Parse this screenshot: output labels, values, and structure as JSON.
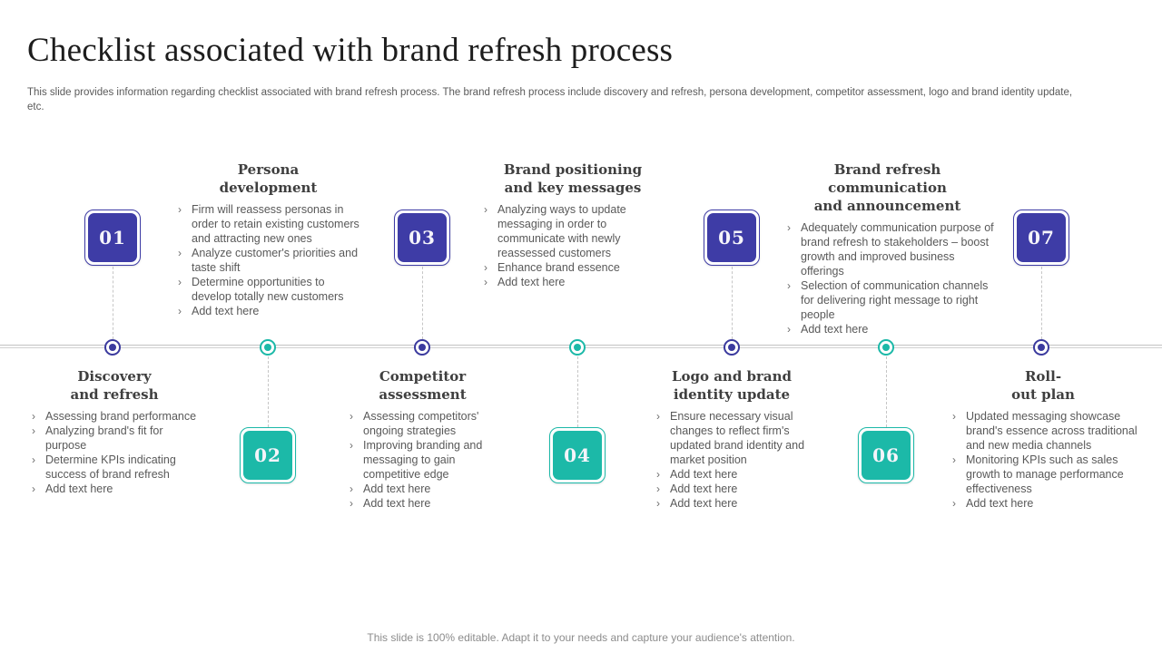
{
  "slide": {
    "title": "Checklist associated with brand refresh process",
    "subtitle": "This slide provides information regarding checklist associated with brand refresh process. The brand refresh process include discovery and refresh, persona development, competitor assessment, logo and brand identity update, etc.",
    "footer": "This slide is 100% editable. Adapt it to your needs and capture your audience's attention."
  },
  "bullet_char": "›",
  "colors": {
    "indigo": "#3e3ca6",
    "teal": "#1cb9a8",
    "heading_text": "#3f3f3f",
    "body_text": "#595959",
    "timeline_gray": "#c3c3c3"
  },
  "steps": [
    {
      "num": "01",
      "theme": "indigo",
      "box_side": "above",
      "title": "Discovery\nand refresh",
      "bullets": [
        "Assessing brand performance",
        "Analyzing brand's fit for purpose",
        "Determine KPIs indicating success of brand refresh",
        "Add text here"
      ]
    },
    {
      "num": "02",
      "theme": "teal",
      "box_side": "below",
      "title": "Persona\ndevelopment",
      "bullets": [
        "Firm will reassess personas in order to retain existing customers and attracting new ones",
        "Analyze customer's priorities and taste shift",
        "Determine opportunities to develop totally new customers",
        "Add text here"
      ]
    },
    {
      "num": "03",
      "theme": "indigo",
      "box_side": "above",
      "title": "Competitor\nassessment",
      "bullets": [
        "Assessing competitors' ongoing strategies",
        "Improving branding and messaging to gain competitive edge",
        "Add text here",
        "Add text here"
      ]
    },
    {
      "num": "04",
      "theme": "teal",
      "box_side": "below",
      "title": "Brand positioning\nand key messages",
      "bullets": [
        "Analyzing ways to update messaging in order to communicate with newly reassessed customers",
        "Enhance brand essence",
        "Add text here"
      ]
    },
    {
      "num": "05",
      "theme": "indigo",
      "box_side": "above",
      "title": "Logo and brand\nidentity update",
      "bullets": [
        "Ensure necessary visual changes to reflect firm's updated brand identity and market position",
        "Add text here",
        "Add text here",
        "Add text here"
      ]
    },
    {
      "num": "06",
      "theme": "teal",
      "box_side": "below",
      "title": "Brand refresh communication\nand announcement",
      "bullets": [
        "Adequately communication purpose of brand refresh to stakeholders – boost growth and improved business offerings",
        "Selection of communication channels for delivering right message to right people",
        "Add text here"
      ]
    },
    {
      "num": "07",
      "theme": "indigo",
      "box_side": "above",
      "title": "Roll-\nout plan",
      "bullets": [
        "Updated messaging showcase brand's essence across traditional and new media channels",
        "Monitoring KPIs such as sales growth to manage performance effectiveness",
        "Add text here"
      ]
    }
  ]
}
